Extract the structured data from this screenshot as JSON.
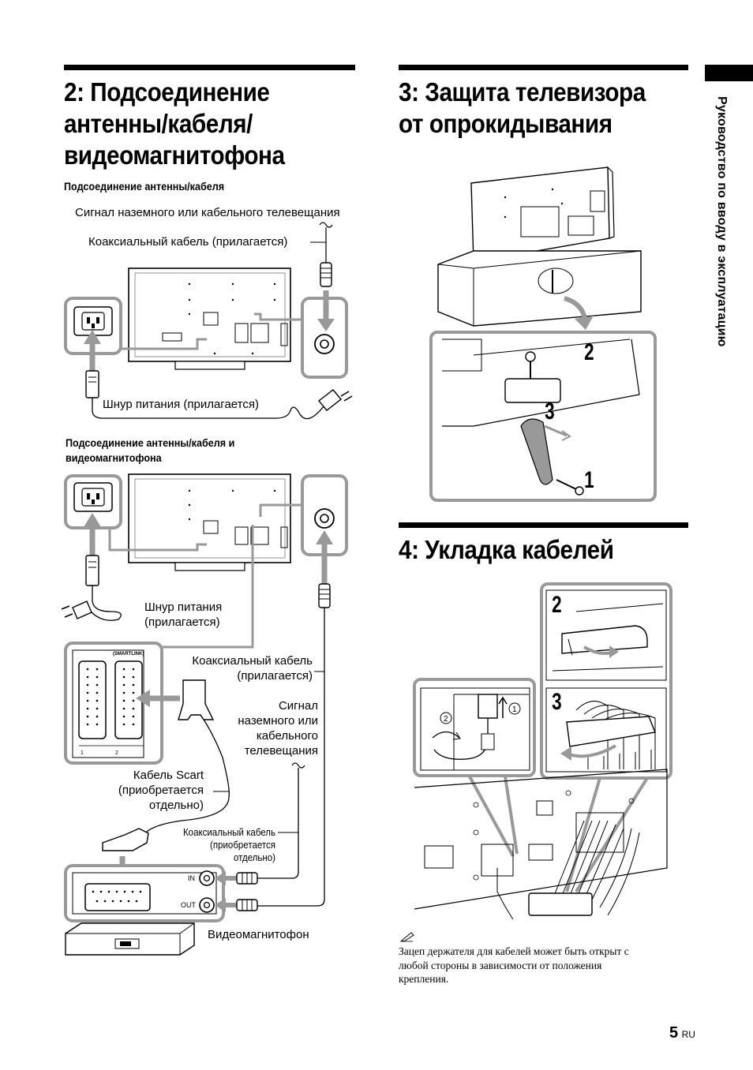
{
  "section2": {
    "title_line1": "2: Подсоединение",
    "title_line2": "антенны/кабеля/",
    "title_line3": "видеомагнитофона",
    "sub1": "Подсоединение антенны/кабеля",
    "signal_label": "Сигнал наземного или кабельного телевещания",
    "coax_label": "Коаксиальный кабель (прилагается)",
    "power_label": "Шнур питания (прилагается)",
    "sub2_line1": "Подсоединение антенны/кабеля и",
    "sub2_line2": "видеомагнитофона",
    "power2_line1": "Шнур питания",
    "power2_line2": "(прилагается)",
    "coax2_line1": "Коаксиальный кабель",
    "coax2_line2": "(прилагается)",
    "signal2_line1": "Сигнал",
    "signal2_line2": "наземного или",
    "signal2_line3": "кабельного",
    "signal2_line4": "телевещания",
    "scart_line1": "Кабель Scart",
    "scart_line2": "(приобретается",
    "scart_line3": "отдельно)",
    "coax3_line1": "Коаксиальный кабель",
    "coax3_line2": "(приобретается",
    "coax3_line3": "отдельно)",
    "smartlink": "(SMARTLINK)",
    "in_label": "IN",
    "out_label": "OUT",
    "vcr_label": "Видеомагнитофон"
  },
  "section3": {
    "title_line1": "3: Защита телевизора",
    "title_line2": "от опрокидывания",
    "step1": "1",
    "step2": "2",
    "step3": "3"
  },
  "section4": {
    "title": "4: Укладка кабелей",
    "step2": "2",
    "step3": "3",
    "note_line1": "Зацеп держателя для кабелей может быть открыт с",
    "note_line2": "любой стороны в зависимости от положения",
    "note_line3": "крепления."
  },
  "sidebar": {
    "text": "Руководство по вводу в эксплуатацию"
  },
  "footer": {
    "page_number": "5",
    "lang": "RU"
  }
}
